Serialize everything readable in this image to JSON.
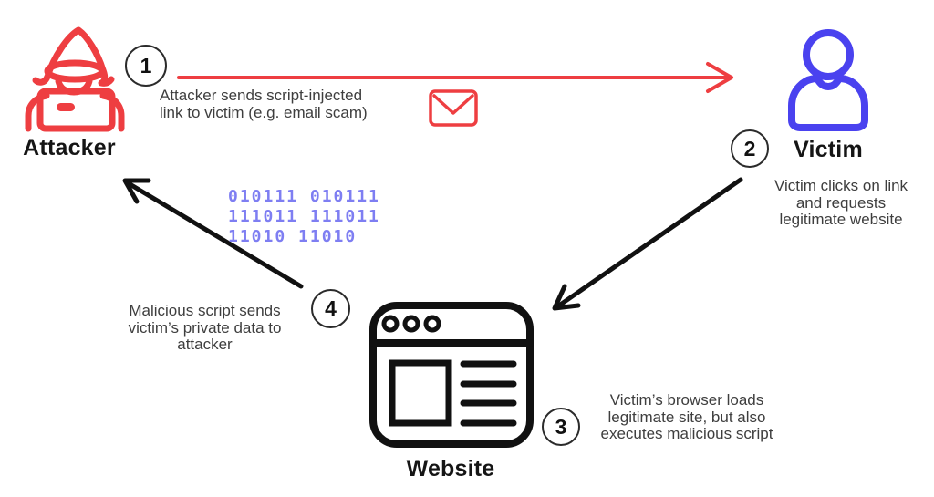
{
  "diagram": {
    "title_hint": "XSS attack flow",
    "colors": {
      "attacker_red": "#ee3e41",
      "victim_blue": "#4a42ef",
      "binary_blue": "#7e7ef2",
      "ink_black": "#111111",
      "text_gray": "#3e3e3e"
    },
    "nodes": {
      "attacker": {
        "label": "Attacker",
        "icon": "hooded-hacker-with-laptop"
      },
      "victim": {
        "label": "Victim",
        "icon": "person"
      },
      "website": {
        "label": "Website",
        "icon": "browser-window"
      }
    },
    "steps": {
      "s1": {
        "number": "1",
        "text": "Attacker sends script-injected\nlink to victim (e.g. email scam)"
      },
      "s2": {
        "number": "2",
        "text": "Victim clicks on link\nand requests\nlegitimate website"
      },
      "s3": {
        "number": "3",
        "text": "Victim’s browser loads\nlegitimate site, but also\nexecutes malicious script"
      },
      "s4": {
        "number": "4",
        "text": "Malicious script sends\nvictim’s private data to\nattacker"
      }
    },
    "binary": {
      "line1": "010111 010111",
      "line2": "111011 111011",
      "line3": "11010 11010"
    },
    "icons": {
      "message": "envelope"
    }
  }
}
